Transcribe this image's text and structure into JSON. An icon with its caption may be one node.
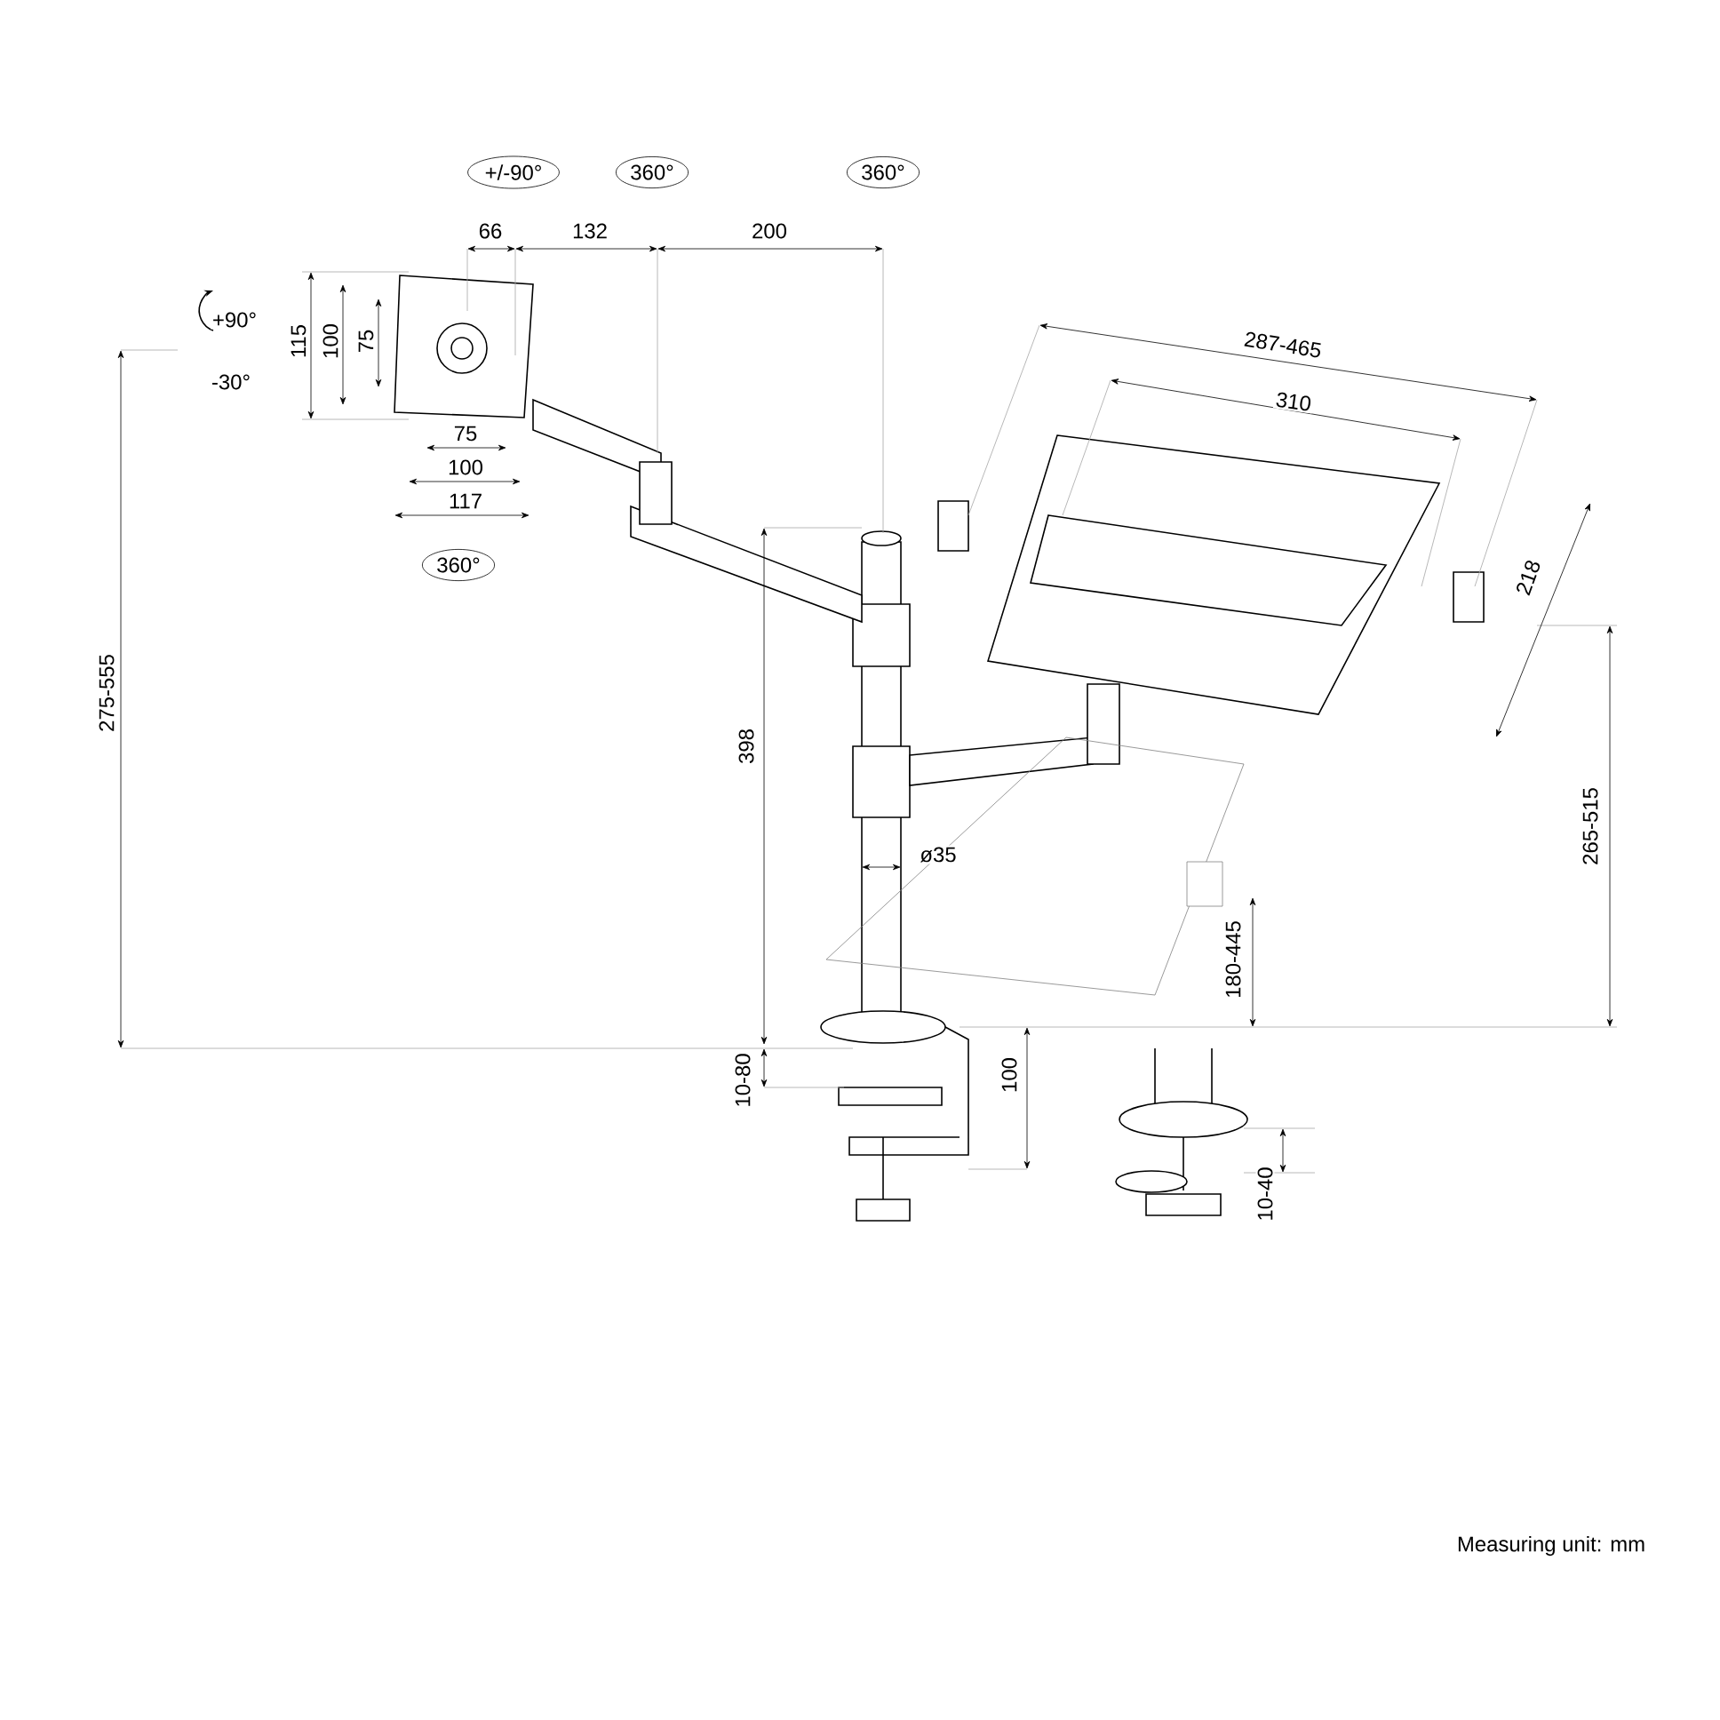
{
  "diagram": {
    "nodes": [
      {
        "text": [
          "+/-90°"
        ]
      },
      {
        "text": [
          "360°"
        ]
      },
      {
        "text": [
          "360°"
        ]
      },
      {
        "text": [
          "360°"
        ]
      }
    ],
    "labels": [
      "+90°",
      "-30°",
      "66",
      "132",
      "200",
      "115",
      "100",
      "75",
      "75",
      "100",
      "117",
      "287-465",
      "310",
      "218",
      "275-555",
      "398",
      "ø35",
      "265-515",
      "180-445",
      "10-80",
      "100",
      "10-40",
      "Measuring unit: mm"
    ]
  }
}
